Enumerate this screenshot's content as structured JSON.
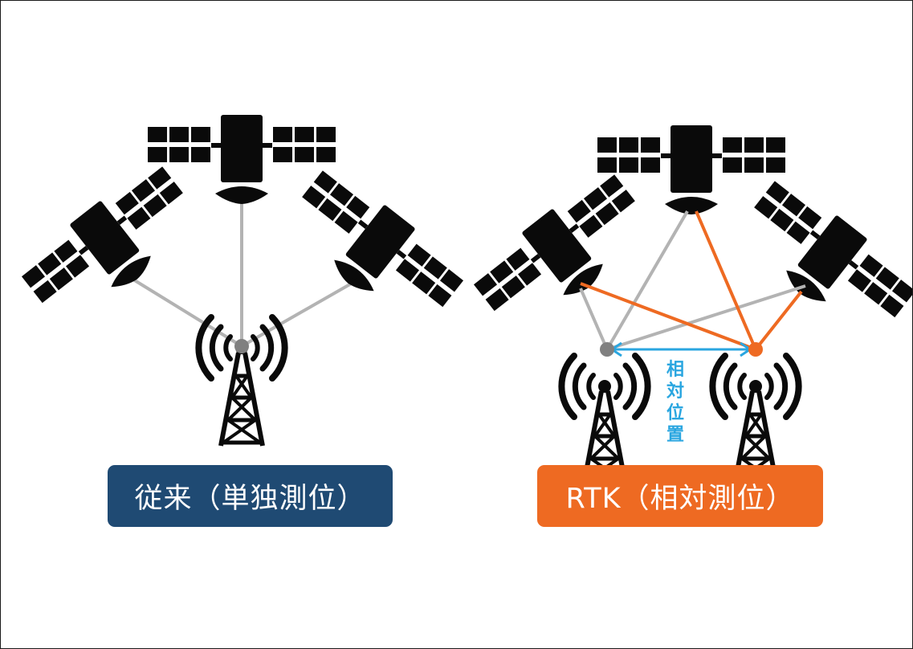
{
  "colors": {
    "icon": "#0a0a0a",
    "gray_line": "#b3b3b3",
    "gray_dot": "#808080",
    "orange": "#ee6a22",
    "blue_arrow": "#2aa6e0",
    "label_left_bg": "#1f4a73",
    "label_right_bg": "#ee6a22"
  },
  "left_panel": {
    "label": "従来（単独測位）",
    "satellites": [
      "satellite-icon",
      "satellite-icon",
      "satellite-icon"
    ],
    "receiver": "antenna-tower-icon"
  },
  "right_panel": {
    "label": "RTK（相対測位）",
    "relative_label": "相対位置",
    "satellites": [
      "satellite-icon",
      "satellite-icon",
      "satellite-icon"
    ],
    "receivers": [
      "antenna-tower-icon",
      "antenna-tower-icon"
    ]
  }
}
